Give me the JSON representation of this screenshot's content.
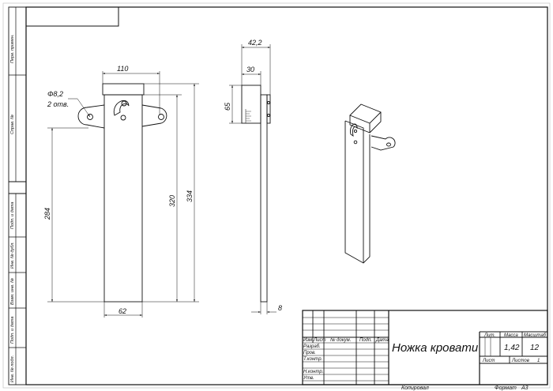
{
  "drawing": {
    "title": "Ножка кровати",
    "mass": "1,42",
    "scale": "12",
    "sheet": "1",
    "format": "А3",
    "copied": "Копировал",
    "format_label": "Формат"
  },
  "dimensions": {
    "hole_diameter": "Φ8,2",
    "hole_count": "2 отв.",
    "width_top": "110",
    "width_bottom": "62",
    "height_inner": "320",
    "height_outer": "334",
    "height_left": "284",
    "depth_total": "42,2",
    "depth_plate": "30",
    "height_plate": "65",
    "thickness": "8"
  },
  "title_block": {
    "row_labels": [
      "Изм.",
      "Лист",
      "№ докум.",
      "Подп.",
      "Дата"
    ],
    "signatures": [
      "Разраб.",
      "Пров.",
      "Т.контр.",
      "Н.контр.",
      "Утв."
    ],
    "lit": "Лит.",
    "mass_label": "Масса",
    "scale_label": "Масштаб",
    "sheet_label": "Лист",
    "sheets_label": "Листов"
  },
  "side_strip": [
    "Перв. примен.",
    "Справ. №",
    "Подп. и дата",
    "Инв. № дубл.",
    "Взам. инв. №",
    "Подп. и дата",
    "Инв. № подл."
  ]
}
